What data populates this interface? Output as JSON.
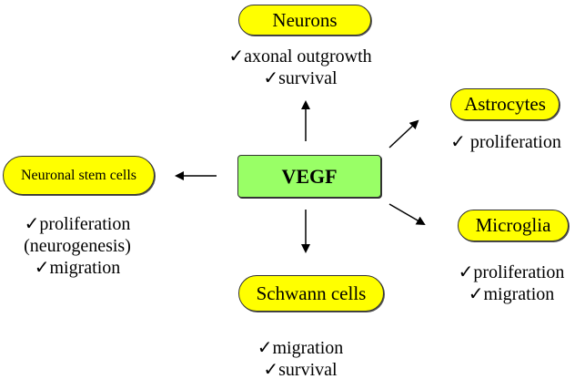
{
  "center": {
    "label": "VEGF",
    "color": "#99ff66"
  },
  "node_color": "#ffff00",
  "nodes": {
    "neurons": {
      "label": "Neurons",
      "effects": [
        "✓axonal outgrowth",
        "✓survival"
      ]
    },
    "astrocytes": {
      "label": "Astrocytes",
      "effects": [
        "✓ proliferation"
      ]
    },
    "stem": {
      "label": "Neuronal stem cells",
      "effects": [
        "✓proliferation",
        "(neurogenesis)",
        "✓migration"
      ]
    },
    "microglia": {
      "label": "Microglia",
      "effects": [
        "✓proliferation",
        "✓migration"
      ]
    },
    "schwann": {
      "label": "Schwann cells",
      "effects": [
        "✓migration",
        "✓survival"
      ]
    }
  },
  "edges": [
    {
      "from": "VEGF",
      "to": "Neurons"
    },
    {
      "from": "VEGF",
      "to": "Astrocytes"
    },
    {
      "from": "VEGF",
      "to": "Neuronal stem cells"
    },
    {
      "from": "VEGF",
      "to": "Microglia"
    },
    {
      "from": "VEGF",
      "to": "Schwann cells"
    }
  ]
}
